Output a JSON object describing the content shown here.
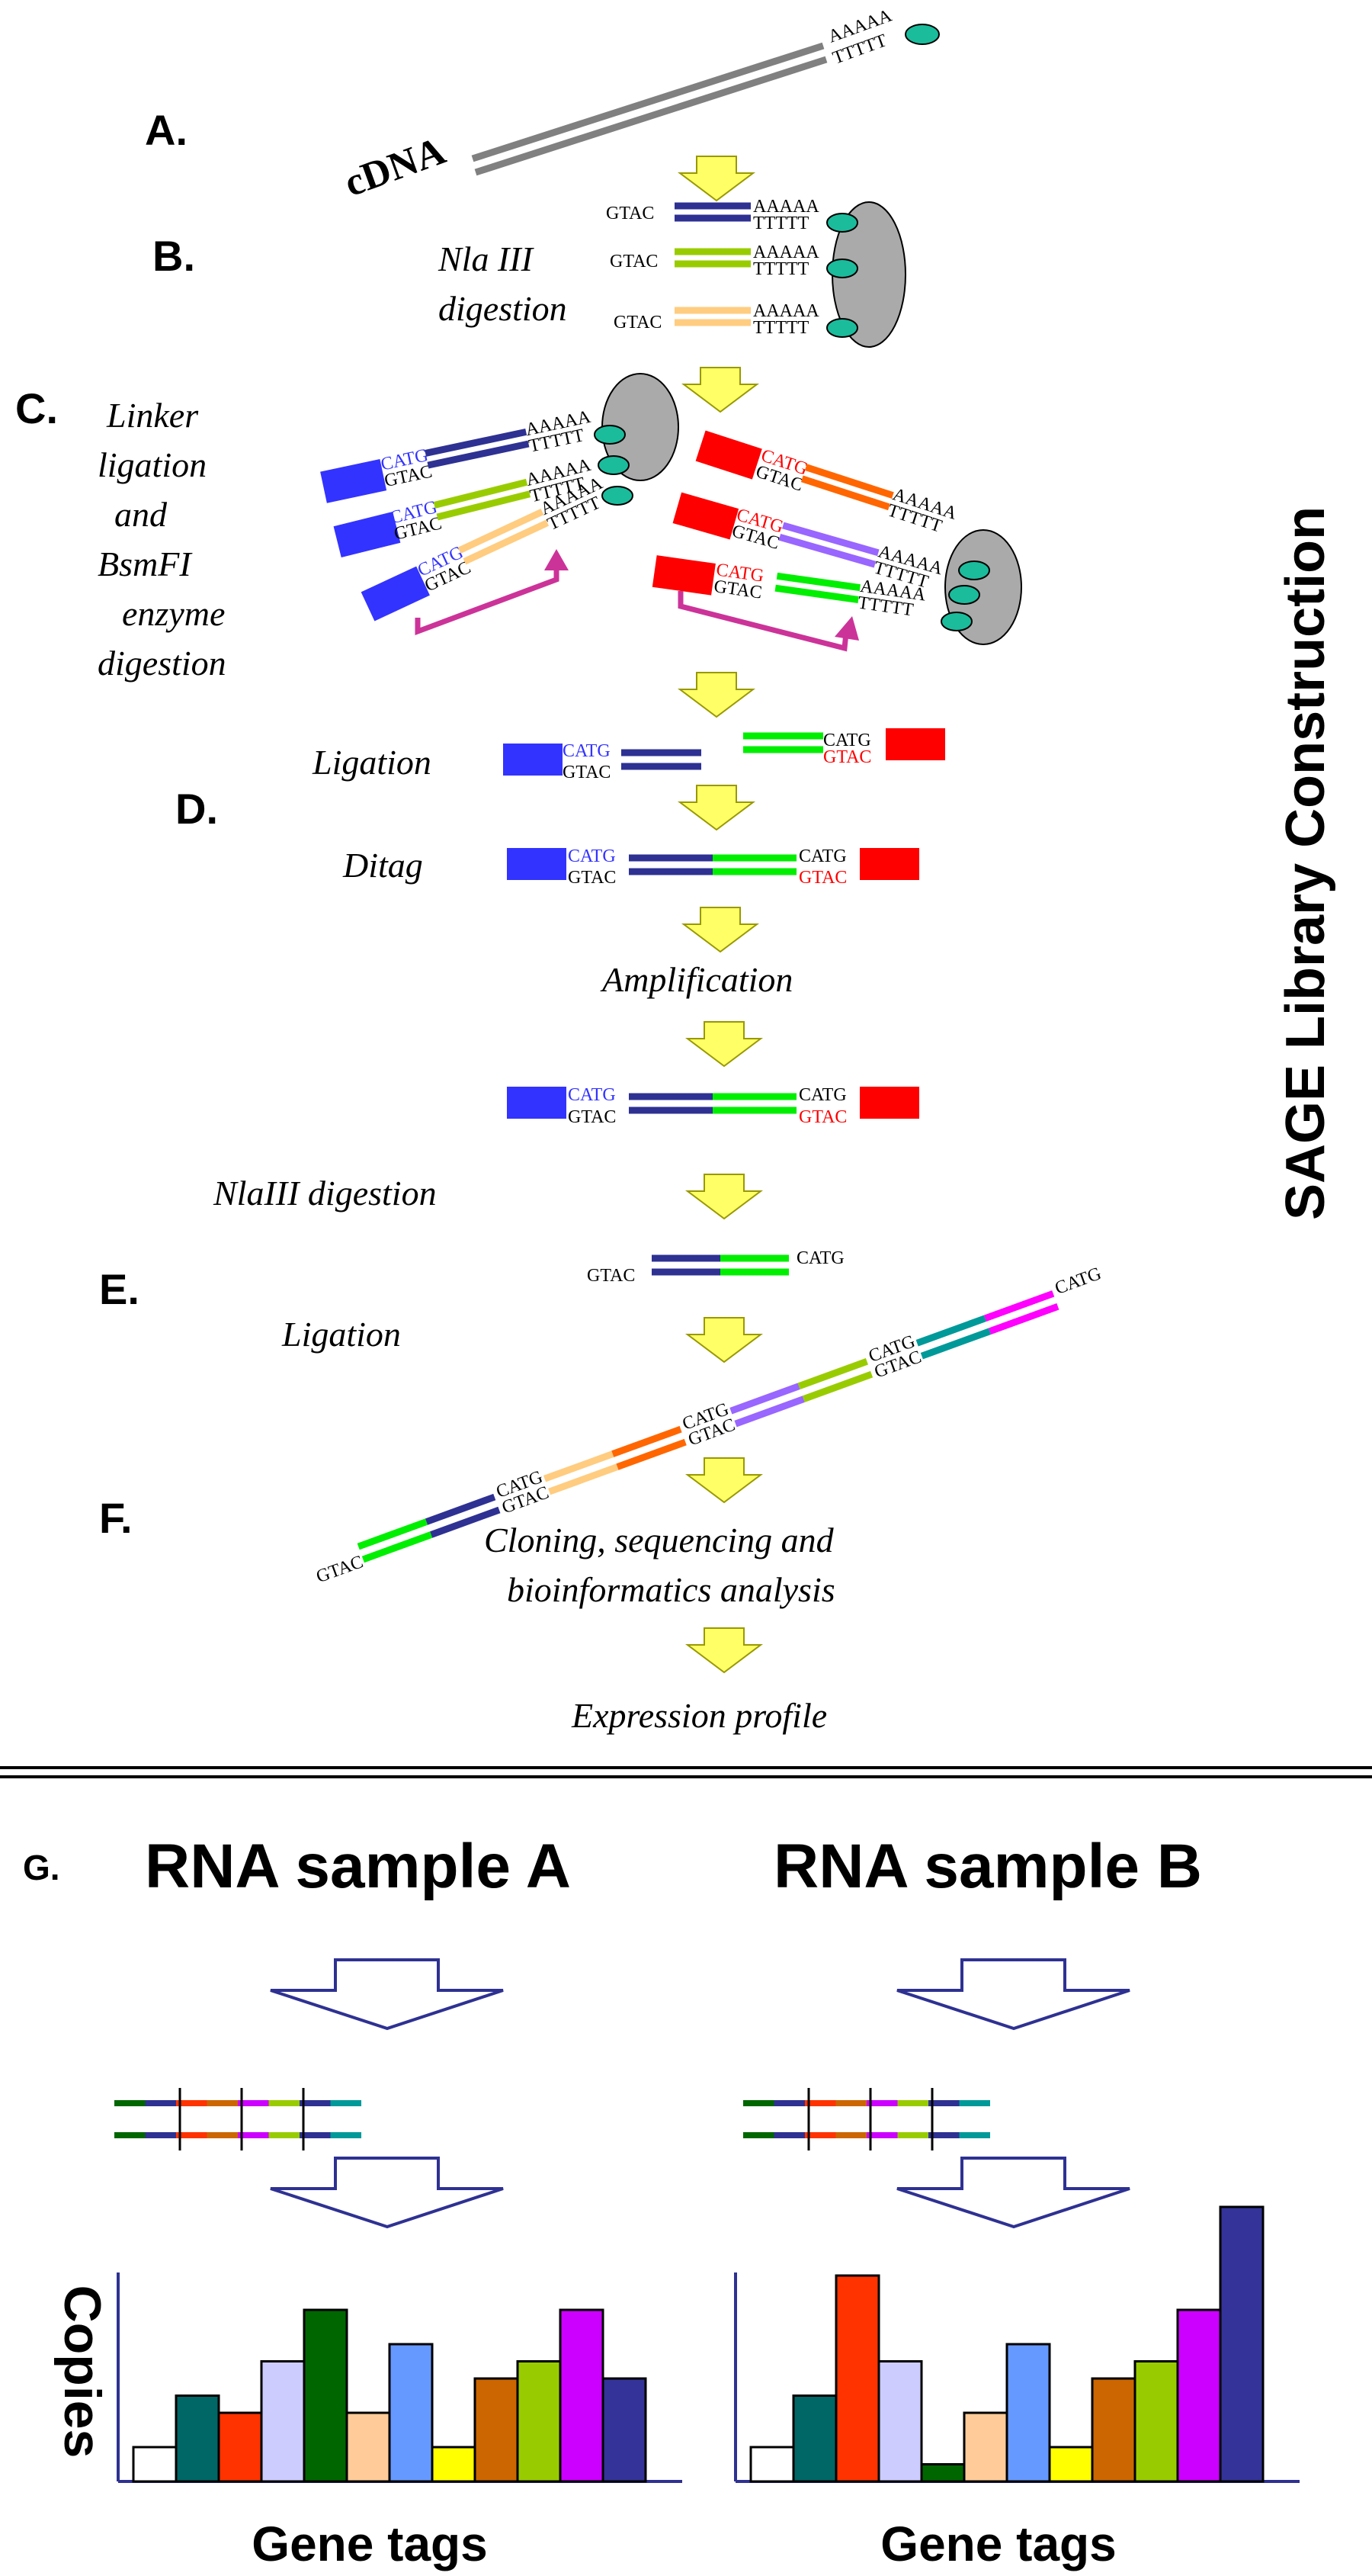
{
  "labels": {
    "A": "A.",
    "B": "B.",
    "C": "C.",
    "D": "D.",
    "E": "E.",
    "F": "F.",
    "G": "G."
  },
  "cdna": "cDNA",
  "side_title": "SAGE Library Construction",
  "seq": {
    "polyA": "AAAAA",
    "polyT": "TTTTT",
    "gtac": "GTAC",
    "catg": "CATG"
  },
  "steps": {
    "nla_line1": "Nla III",
    "nla_line2": "digestion",
    "c_lines": [
      "Linker",
      "ligation",
      "and",
      "BsmFI",
      "enzyme",
      "digestion"
    ],
    "ligation": "Ligation",
    "ditag": "Ditag",
    "amplification": "Amplification",
    "nlaiii_digestion": "NlaIII digestion",
    "ligation2": "Ligation",
    "cloning_line1": "Cloning, sequencing and",
    "cloning_line2": "bioinformatics   analysis",
    "expression": "Expression profile"
  },
  "samples": {
    "a_title": "RNA sample A",
    "b_title": "RNA sample B",
    "y_label": "Copies",
    "x_label_a": "Gene tags",
    "x_label_b": "Gene tags"
  },
  "colors": {
    "navy": "#2e3192",
    "green": "#00ee00",
    "lime": "#99cc00",
    "orange": "#ff6600",
    "peach": "#ffcc80",
    "violet": "#9966ff",
    "teal": "#009999",
    "magenta": "#ff00ff",
    "blue_linker": "#3333ff",
    "red_linker": "#ff0000",
    "arrow_fill": "#ffff66",
    "bead": "#1abc9c"
  },
  "chart_data": [
    {
      "type": "bar",
      "title": "RNA sample A",
      "xlabel": "Gene tags",
      "ylabel": "Copies",
      "values": [
        2,
        5,
        4,
        7,
        10,
        4,
        8,
        2,
        6,
        7,
        10,
        6
      ],
      "colors": [
        "#ffffff",
        "#006666",
        "#ff3300",
        "#ccccff",
        "#006600",
        "#ffcc99",
        "#6699ff",
        "#ffff00",
        "#cc6600",
        "#99cc00",
        "#cc00ff",
        "#333399"
      ]
    },
    {
      "type": "bar",
      "title": "RNA sample B",
      "xlabel": "Gene tags",
      "ylabel": "Copies",
      "values": [
        2,
        5,
        12,
        7,
        1,
        4,
        8,
        2,
        6,
        7,
        10,
        16
      ],
      "colors": [
        "#ffffff",
        "#006666",
        "#ff3300",
        "#ccccff",
        "#006600",
        "#ffcc99",
        "#6699ff",
        "#ffff00",
        "#cc6600",
        "#99cc00",
        "#cc00ff",
        "#333399"
      ]
    }
  ]
}
